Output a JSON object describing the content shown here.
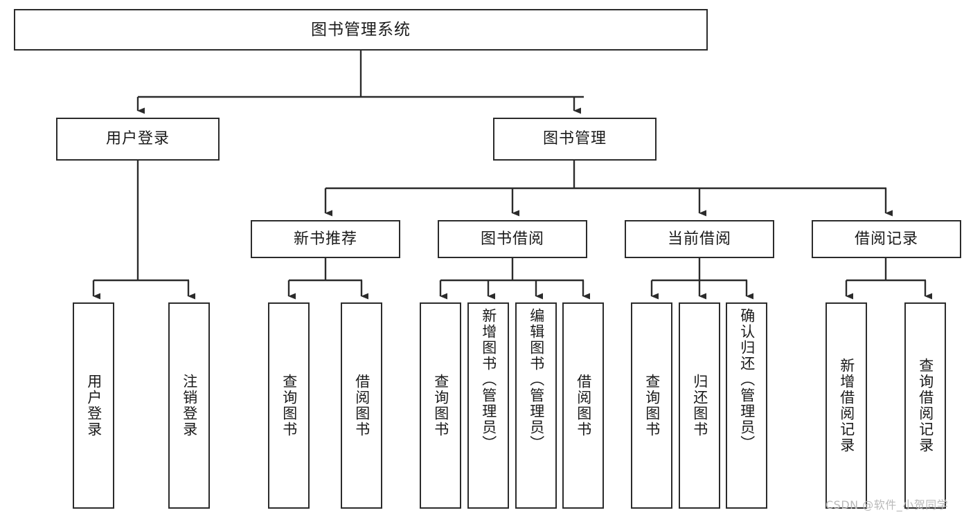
{
  "diagram": {
    "title": "图书管理系统",
    "type": "tree-hierarchy-chart",
    "root": {
      "label": "图书管理系统"
    },
    "level2": [
      {
        "label": "用户登录"
      },
      {
        "label": "图书管理"
      }
    ],
    "level3": [
      {
        "label": "新书推荐"
      },
      {
        "label": "图书借阅"
      },
      {
        "label": "当前借阅"
      },
      {
        "label": "借阅记录"
      }
    ],
    "leaves": {
      "user_login": [
        {
          "label": "用户登录"
        },
        {
          "label": "注销登录"
        }
      ],
      "new_book_recommend": [
        {
          "label": "查询图书"
        },
        {
          "label": "借阅图书"
        }
      ],
      "book_borrow": [
        {
          "label": "查询图书"
        },
        {
          "label": "新增图书（管理员）"
        },
        {
          "label": "编辑图书（管理员）"
        },
        {
          "label": "借阅图书"
        }
      ],
      "current_borrow": [
        {
          "label": "查询图书"
        },
        {
          "label": "归还图书"
        },
        {
          "label": "确认归还（管理员）"
        }
      ],
      "borrow_record": [
        {
          "label": "新增借阅记录"
        },
        {
          "label": "查询借阅记录"
        }
      ]
    }
  },
  "watermark": {
    "text": "CSDN @软件_小贺同学"
  },
  "colors": {
    "stroke": "#2b2b2b",
    "background": "#ffffff",
    "text": "#1a1a1a",
    "watermark": "#b9b9b9"
  }
}
